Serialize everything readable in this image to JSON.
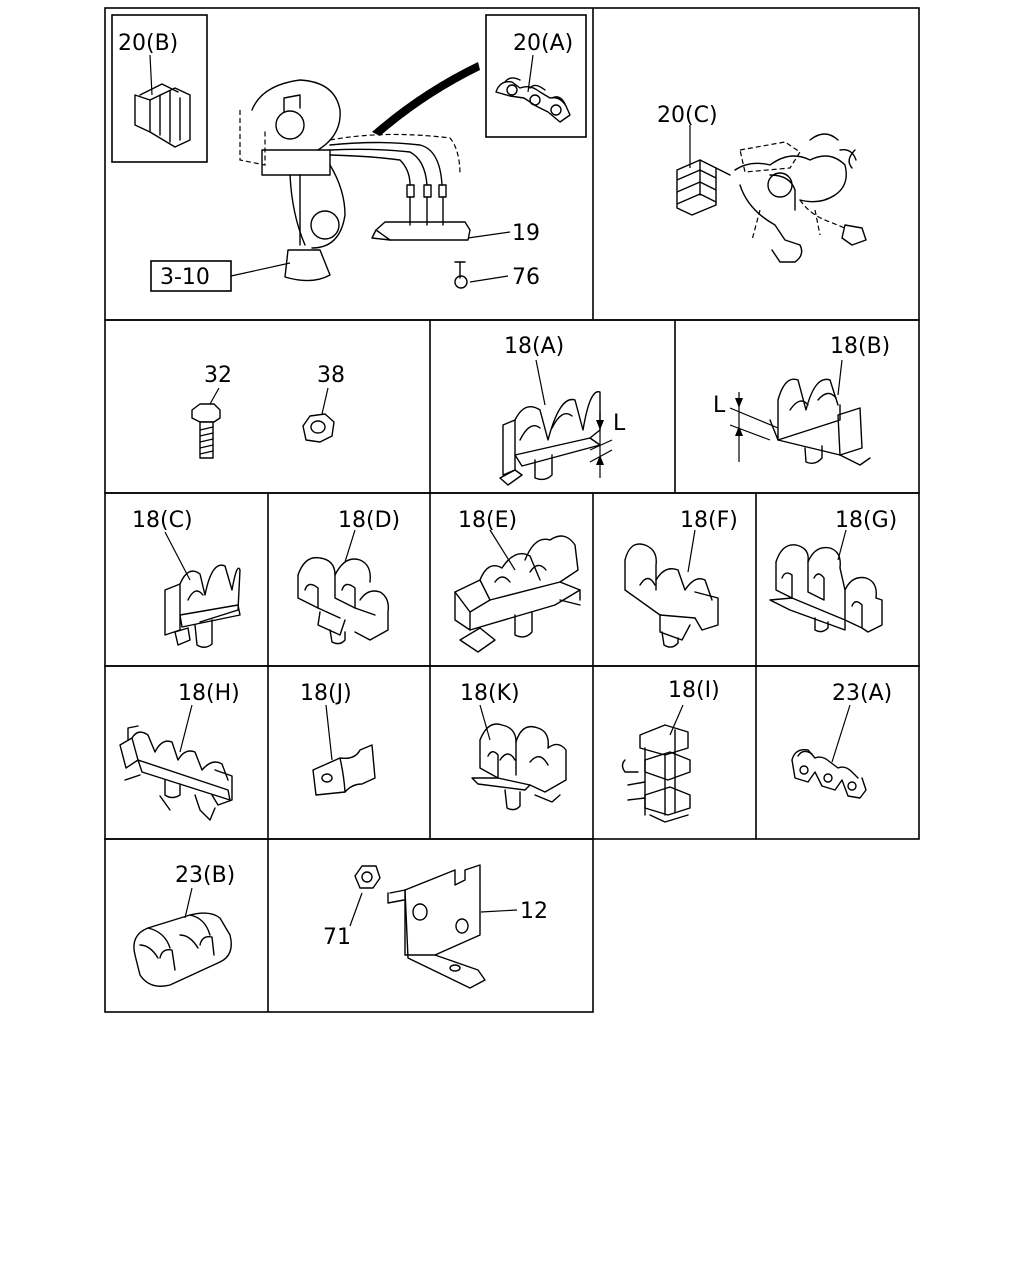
{
  "labels": {
    "p20B": "20(B)",
    "p20A": "20(A)",
    "p20C": "20(C)",
    "p19": "19",
    "p76": "76",
    "p3_10": "3-10",
    "p32": "32",
    "p38": "38",
    "p18A": "18(A)",
    "p18B": "18(B)",
    "dimL_a": "L",
    "dimL_b": "L",
    "p18C": "18(C)",
    "p18D": "18(D)",
    "p18E": "18(E)",
    "p18F": "18(F)",
    "p18G": "18(G)",
    "p18H": "18(H)",
    "p18J": "18(J)",
    "p18K": "18(K)",
    "p18I": "18(I)",
    "p23A": "23(A)",
    "p23B": "23(B)",
    "p71": "71",
    "p12": "12"
  }
}
